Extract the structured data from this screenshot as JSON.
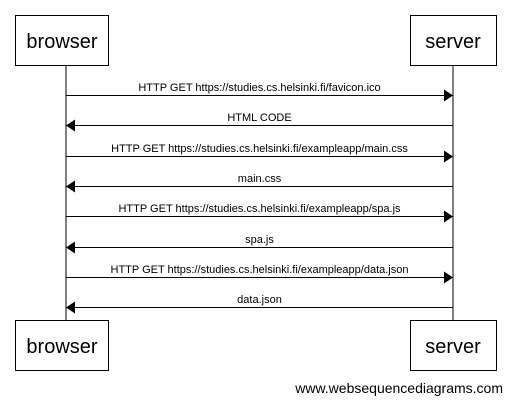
{
  "participants": [
    {
      "id": "browser",
      "label": "browser"
    },
    {
      "id": "server",
      "label": "server"
    }
  ],
  "messages": [
    {
      "from": "browser",
      "to": "server",
      "label": "HTTP GET https://studies.cs.helsinki.fi/favicon.ico"
    },
    {
      "from": "server",
      "to": "browser",
      "label": "HTML CODE"
    },
    {
      "from": "browser",
      "to": "server",
      "label": "HTTP GET https://studies.cs.helsinki.fi/exampleapp/main.css"
    },
    {
      "from": "server",
      "to": "browser",
      "label": "main.css"
    },
    {
      "from": "browser",
      "to": "server",
      "label": "HTTP GET https://studies.cs.helsinki.fi/exampleapp/spa.js"
    },
    {
      "from": "server",
      "to": "browser",
      "label": "spa.js"
    },
    {
      "from": "browser",
      "to": "server",
      "label": "HTTP GET https://studies.cs.helsinki.fi/exampleapp/data.json"
    },
    {
      "from": "server",
      "to": "browser",
      "label": "data.json"
    }
  ],
  "watermark": "www.websequencediagrams.com"
}
